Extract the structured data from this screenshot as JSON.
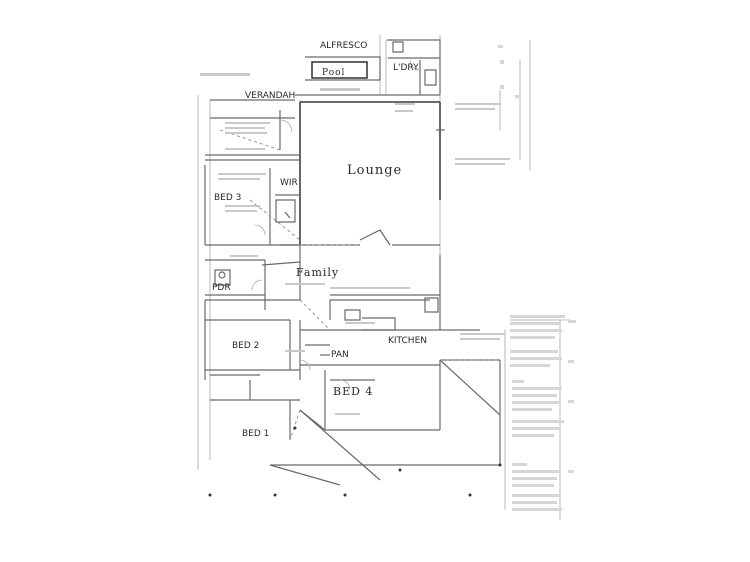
{
  "rooms": {
    "alfresco": "ALFRESCO",
    "pool": "Pool",
    "laundry": "L'DRY",
    "verandah": "VERANDAH",
    "lounge": "Lounge",
    "wir": "WIR",
    "bed3": "BED 3",
    "family": "Family",
    "pdr": "PDR",
    "bed2": "BED 2",
    "kitchen": "KITCHEN",
    "pan": "PAN",
    "bed4": "BED 4",
    "bed1": "BED 1"
  }
}
